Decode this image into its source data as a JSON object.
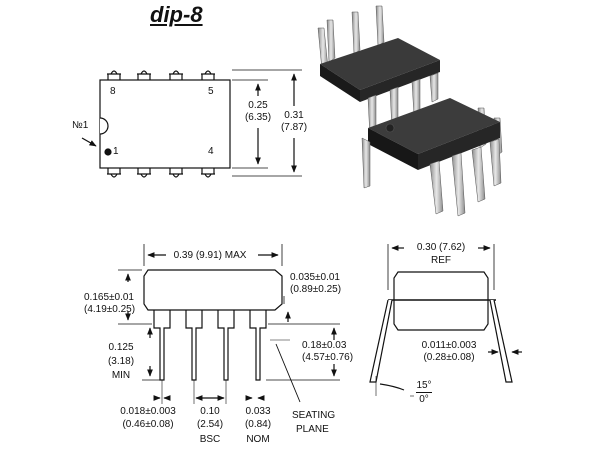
{
  "title": "dip-8",
  "top_view": {
    "pin8": "8",
    "pin5": "5",
    "pin1": "1",
    "pin4": "4",
    "pin1_marker": "№1",
    "width_in": "0.25",
    "width_mm": "(6.35)",
    "row_spacing_in": "0.31",
    "row_spacing_mm": "(7.87)"
  },
  "side_view": {
    "length_in_mm": "0.39 (9.91) MAX",
    "lead_tip_in": "0.035±0.01",
    "lead_tip_mm": "(0.89±0.25)",
    "body_height_in": "0.165±0.01",
    "body_height_mm": "(4.19±0.25)",
    "lead_length_in": "0.125",
    "lead_length_mm": "(3.18)",
    "lead_length_min": "MIN",
    "seating_height_in": "0.18±0.03",
    "seating_height_mm": "(4.57±0.76)",
    "lead_width_in": "0.018±0.003",
    "lead_width_mm": "(0.46±0.08)",
    "pitch_in": "0.10",
    "pitch_mm": "(2.54)",
    "pitch_note": "BSC",
    "shoulder_in": "0.033",
    "shoulder_mm": "(0.84)",
    "shoulder_note": "NOM",
    "seating_label_1": "SEATING",
    "seating_label_2": "PLANE"
  },
  "end_view": {
    "width_in_mm": "0.30 (7.62)",
    "width_ref": "REF",
    "thickness_in": "0.011±0.003",
    "thickness_mm": "(0.28±0.08)",
    "angle_max": "15°",
    "angle_min": "0°"
  },
  "colors": {
    "body": "#1e1e1e",
    "lead": "#c8c8c8",
    "line": "#111111"
  }
}
